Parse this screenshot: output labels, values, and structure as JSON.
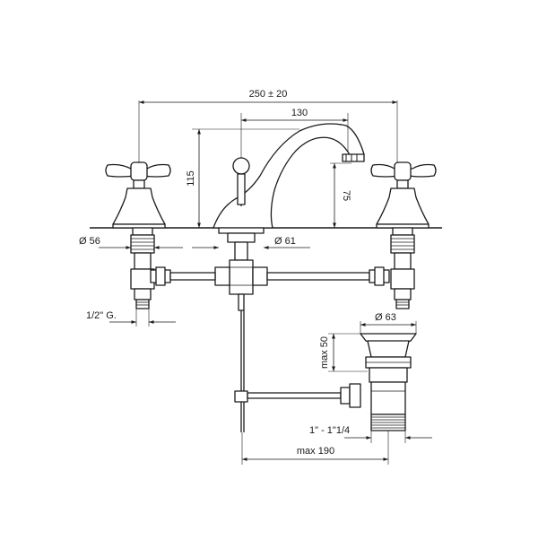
{
  "dimensions": {
    "overall_width": "250 ± 20",
    "spout_reach": "130",
    "spout_height": "115",
    "spout_clearance": "75",
    "handle_flange_dia": "Ø 56",
    "spout_flange_dia": "Ø 61",
    "supply_thread": "1/2\" G.",
    "waste_flange_dia": "Ø 63",
    "waste_depth": "max 50",
    "waste_thread": "1\" - 1\"1/4",
    "pull_rod_reach": "max 190"
  }
}
